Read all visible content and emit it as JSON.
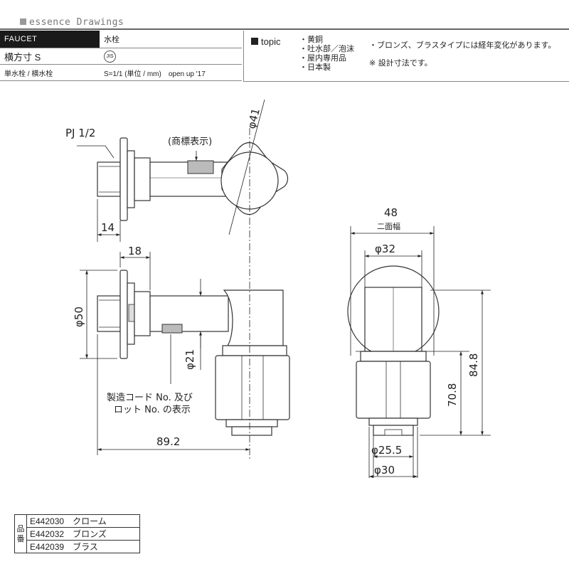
{
  "brand": "essence Drawings",
  "header": {
    "category": "FAUCET",
    "category_jp": "水栓",
    "model": "横方寸 S",
    "jis": "JIS",
    "type": "単水栓 / 横水栓",
    "scale": "S=1/1 (単位 / mm)　open up '17"
  },
  "topic": {
    "label": "topic",
    "items": [
      "・黄銅",
      "・吐水部／泡沫",
      "・屋内専用品",
      "・日本製"
    ],
    "notes": [
      "・ブロンズ、ブラスタイプには経年変化があります。",
      "※ 設計寸法です。"
    ]
  },
  "drawing": {
    "pj": "PJ 1/2",
    "d14": "14",
    "d18": "18",
    "d50": "φ50",
    "d21": "φ21",
    "d41": "φ41",
    "d89": "89.2",
    "trademark": "(商標表示)",
    "code_note_1": "製造コード No. 及び",
    "code_note_2": "ロット No. の表示",
    "d48": "48",
    "nimen": "二面幅",
    "d32": "φ32",
    "d70": "70.8",
    "d84": "84.8",
    "d255": "φ25.5",
    "d30": "φ30"
  },
  "parts": {
    "label": "品番",
    "rows": [
      {
        "code": "E442030",
        "finish": "クローム"
      },
      {
        "code": "E442032",
        "finish": "ブロンズ"
      },
      {
        "code": "E442039",
        "finish": "ブラス"
      }
    ]
  }
}
